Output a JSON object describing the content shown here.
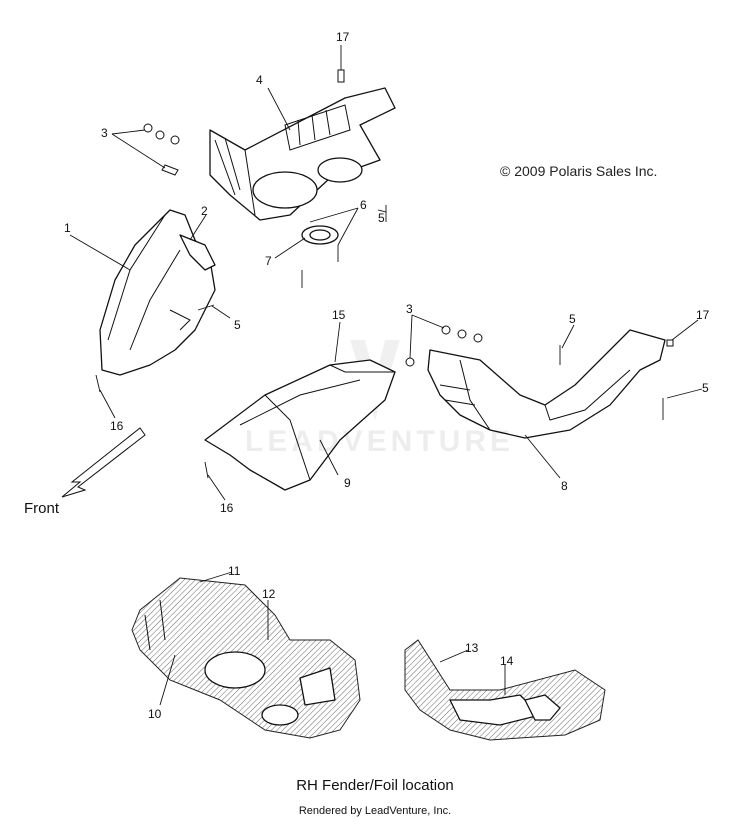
{
  "copyright": "© 2009 Polaris Sales Inc.",
  "front_label": "Front",
  "caption": "RH Fender/Foil location",
  "rendered_by": "Rendered by LeadVenture, Inc.",
  "watermark": "LEADVENTURE",
  "callouts": [
    "17",
    "4",
    "3",
    "6",
    "5",
    "7",
    "1",
    "2",
    "5",
    "3",
    "15",
    "5",
    "17",
    "5",
    "16",
    "9",
    "16",
    "8",
    "11",
    "12",
    "13",
    "14",
    "10"
  ]
}
